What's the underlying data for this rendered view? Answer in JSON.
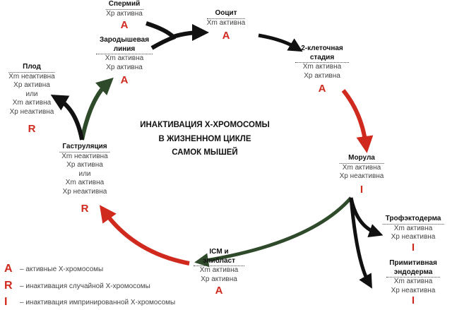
{
  "title": [
    "ИНАКТИВАЦИЯ Х-ХРОМОСОМЫ",
    "В ЖИЗНЕННОМ ЦИКЛЕ",
    "САМОК МЫШЕЙ"
  ],
  "nodes": {
    "sperm": {
      "title": "Спермий",
      "lines": [
        "Xp активна"
      ],
      "mark": "A"
    },
    "germline": {
      "title": "Зародышевая линия",
      "lines": [
        "Xm активна",
        "Xp активна"
      ],
      "mark": "A"
    },
    "oocyte": {
      "title": "Ооцит",
      "lines": [
        "Xm активна"
      ],
      "mark": "A"
    },
    "two_cell": {
      "title": "2-клеточная стадия",
      "lines": [
        "Xm активна",
        "Xp активна"
      ],
      "mark": "A"
    },
    "morula": {
      "title": "Морула",
      "lines": [
        "Xm активна",
        "Xp неактивна"
      ],
      "mark": "I"
    },
    "trophectoderm": {
      "title": "Трофэктодерма",
      "lines": [
        "Xm активна",
        "Xp неактивна"
      ],
      "mark": "I"
    },
    "primitive_endoderm": {
      "title": "Примитивная эндодерма",
      "lines": [
        "Xm активна",
        "Xp неактивна"
      ],
      "mark": "I"
    },
    "icm": {
      "title": "ICM и эпибласт",
      "lines": [
        "Xm активна",
        "Xp активна"
      ],
      "mark": "A"
    },
    "gastrulation": {
      "title": "Гаструляция",
      "lines": [
        "Xm неактивна",
        "Xp активна",
        "или",
        "Xm активна",
        "Xp неактивна"
      ],
      "mark": "R"
    },
    "fetus": {
      "title": "Плод",
      "lines": [
        "Xm неактивна",
        "Xp активна",
        "или",
        "Xm активна",
        "Xp неактивна"
      ],
      "mark": "R"
    }
  },
  "legend": [
    {
      "mark": "A",
      "text": "– активные Х-хромосомы"
    },
    {
      "mark": "R",
      "text": "– инактивация случайной Х-хромосомы"
    },
    {
      "mark": "I",
      "text": "– инактивация импринированной Х-хромосомы"
    }
  ],
  "colors": {
    "red": "#d0291e",
    "black": "#111111",
    "green": "#2e4a2a"
  }
}
